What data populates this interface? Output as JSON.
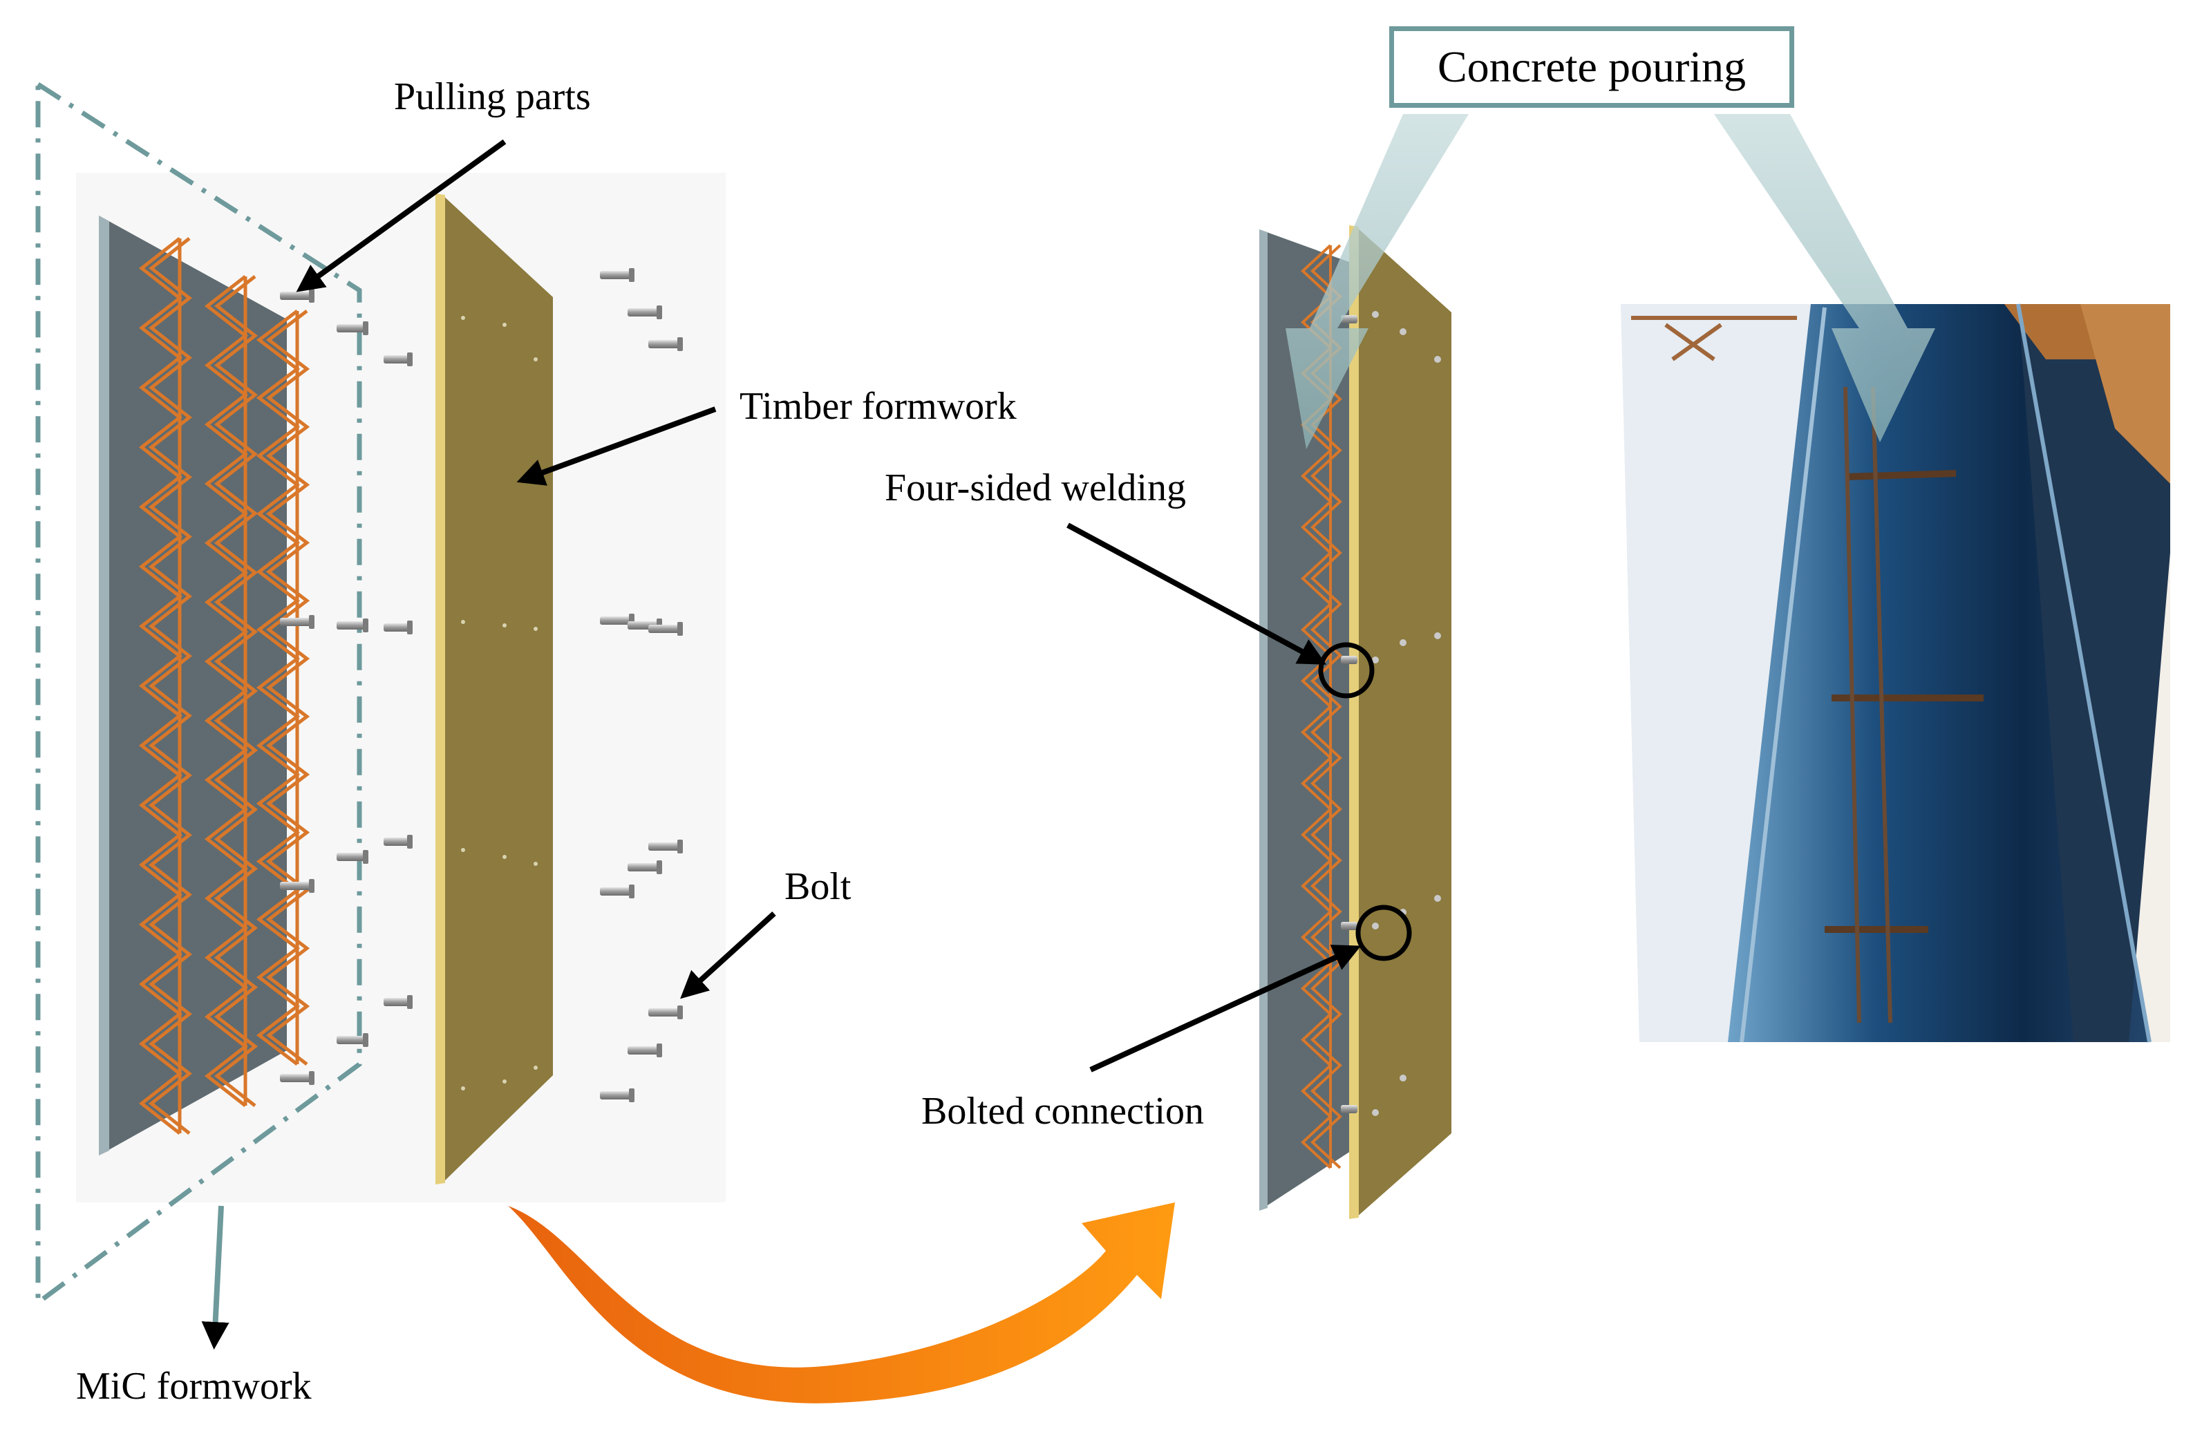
{
  "labels": {
    "pulling_parts": "Pulling parts",
    "timber_formwork": "Timber formwork",
    "four_sided_welding": "Four-sided welding",
    "bolt": "Bolt",
    "bolted_connection": "Bolted connection",
    "mic_formwork": "MiC formwork",
    "concrete_pouring": "Concrete pouring"
  },
  "colors": {
    "steel_plate": "#5f6b70",
    "steel_edge": "#9fb2b8",
    "rebar_truss": "#d9772a",
    "timber": "#8c7a3e",
    "timber_edge": "#e6cf7a",
    "dash_outline": "#6e9a9c",
    "process_arrow": "#f07d12",
    "pour_arrow": "#a9cacb"
  }
}
